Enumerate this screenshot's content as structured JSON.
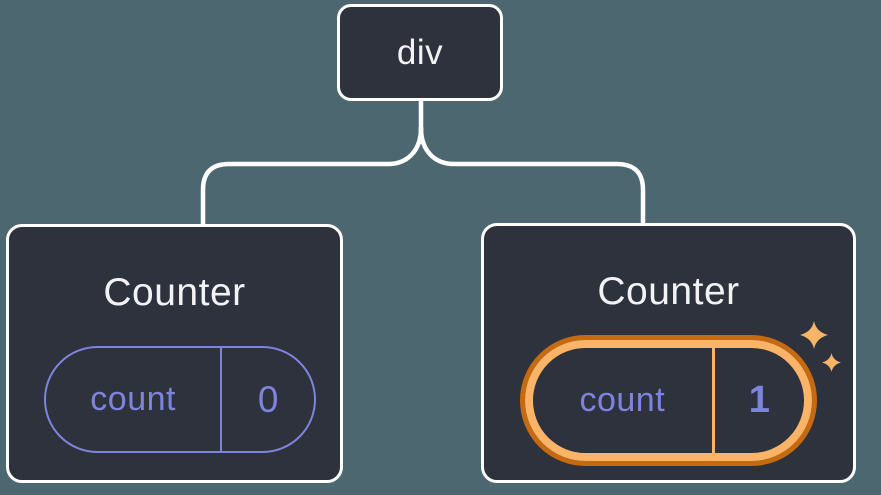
{
  "theme": {
    "bg": "#4D6771",
    "card": "#2D323C",
    "line": "#FFFFFF",
    "text": "#F2F3F7",
    "purple": "#7E84DD",
    "orange_dark": "#C56A11",
    "orange_light": "#FAB468"
  },
  "tree": {
    "root": {
      "label": "div"
    },
    "children": [
      {
        "title": "Counter",
        "highlighted": false,
        "state": {
          "name": "count",
          "value": "0"
        }
      },
      {
        "title": "Counter",
        "highlighted": true,
        "state": {
          "name": "count",
          "value": "1"
        }
      }
    ]
  }
}
